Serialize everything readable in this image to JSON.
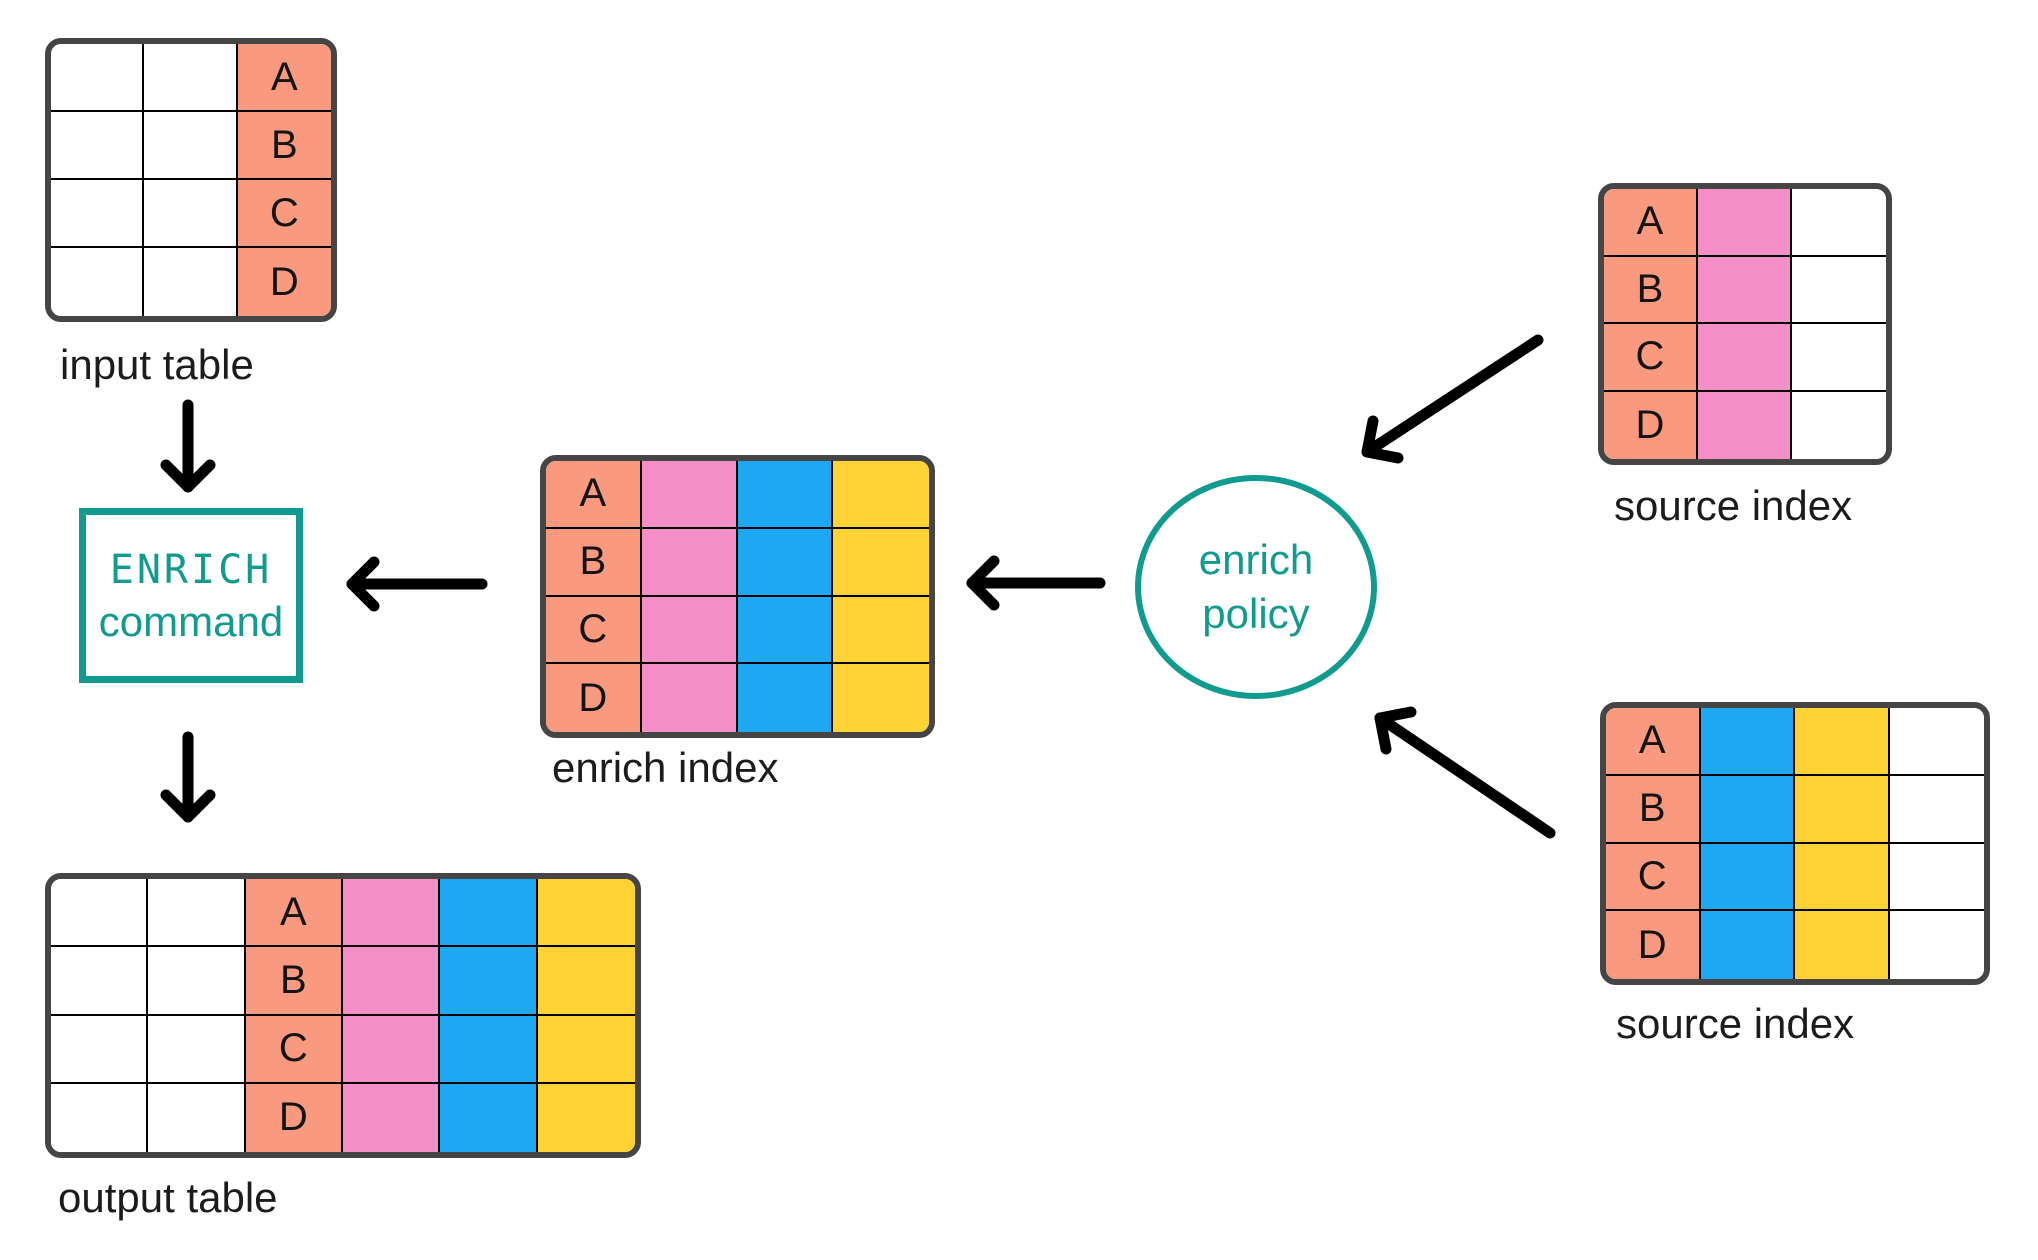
{
  "tables": {
    "input": {
      "label": "input table",
      "rows": [
        "A",
        "B",
        "C",
        "D"
      ],
      "columns": [
        "plain",
        "plain",
        "match-key"
      ]
    },
    "output": {
      "label": "output table",
      "rows": [
        "A",
        "B",
        "C",
        "D"
      ],
      "columns": [
        "plain",
        "plain",
        "match-key",
        "pink-field",
        "blue-field",
        "yellow-field"
      ]
    },
    "enrich_index": {
      "label": "enrich index",
      "rows": [
        "A",
        "B",
        "C",
        "D"
      ],
      "columns": [
        "match-key",
        "pink-field",
        "blue-field",
        "yellow-field"
      ]
    },
    "source_index_top": {
      "label": "source index",
      "rows": [
        "A",
        "B",
        "C",
        "D"
      ],
      "columns": [
        "match-key",
        "pink-field",
        "plain"
      ]
    },
    "source_index_bottom": {
      "label": "source index",
      "rows": [
        "A",
        "B",
        "C",
        "D"
      ],
      "columns": [
        "match-key",
        "blue-field",
        "yellow-field",
        "plain"
      ]
    }
  },
  "nodes": {
    "enrich_command": {
      "line1": "ENRICH",
      "line2": "command"
    },
    "enrich_policy": {
      "line1": "enrich",
      "line2": "policy"
    }
  },
  "colors": {
    "salmon": "#F99A80",
    "pink": "#F58FC8",
    "blue": "#1EA7F2",
    "yellow": "#FFD335",
    "teal": "#109B8E",
    "table_border": "#454545",
    "grid_line": "#000000",
    "arrow": "#000000",
    "label_text": "#1C1C1C"
  }
}
